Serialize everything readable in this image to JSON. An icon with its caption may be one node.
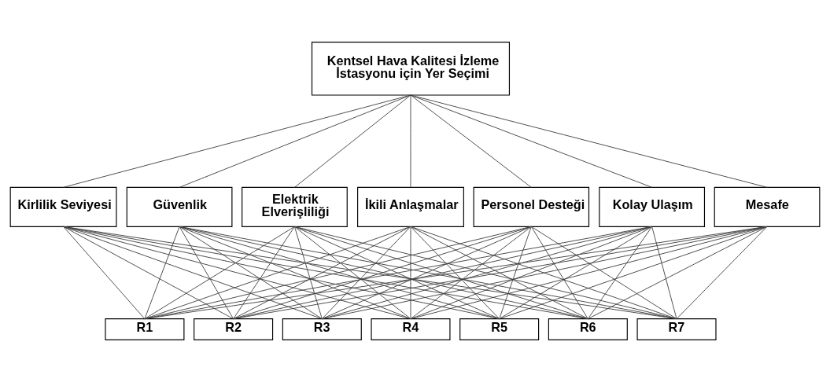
{
  "diagram": {
    "nodes": [
      {
        "text": [
          "Kentsel Hava Kalitesi İzleme İstasyonu için Yer Seçimi"
        ]
      },
      {
        "text": [
          "Kirlilik Seviyesi"
        ]
      },
      {
        "text": [
          "Güvenlik"
        ]
      },
      {
        "text": [
          "Elektrik Elverişliliği"
        ]
      },
      {
        "text": [
          "İkili Anlaşmalar"
        ]
      },
      {
        "text": [
          "Personel Desteği"
        ]
      },
      {
        "text": [
          "Kolay Ulaşım"
        ]
      },
      {
        "text": [
          "Mesafe"
        ]
      },
      {
        "text": [
          "R1"
        ]
      },
      {
        "text": [
          "R2"
        ]
      },
      {
        "text": [
          "R3"
        ]
      },
      {
        "text": [
          "R4"
        ]
      },
      {
        "text": [
          "R5"
        ]
      },
      {
        "text": [
          "R6"
        ]
      },
      {
        "text": [
          "R7"
        ]
      }
    ],
    "edges": [
      {
        "from": 0,
        "to": 1,
        "arrow": "none"
      },
      {
        "from": 0,
        "to": 2,
        "arrow": "none"
      },
      {
        "from": 0,
        "to": 3,
        "arrow": "none"
      },
      {
        "from": 0,
        "to": 4,
        "arrow": "none"
      },
      {
        "from": 0,
        "to": 5,
        "arrow": "none"
      },
      {
        "from": 0,
        "to": 6,
        "arrow": "none"
      },
      {
        "from": 0,
        "to": 7,
        "arrow": "none"
      },
      {
        "from": 1,
        "to": 8,
        "arrow": "none"
      },
      {
        "from": 1,
        "to": 9,
        "arrow": "none"
      },
      {
        "from": 1,
        "to": 10,
        "arrow": "none"
      },
      {
        "from": 1,
        "to": 11,
        "arrow": "none"
      },
      {
        "from": 1,
        "to": 12,
        "arrow": "none"
      },
      {
        "from": 1,
        "to": 13,
        "arrow": "none"
      },
      {
        "from": 1,
        "to": 14,
        "arrow": "none"
      },
      {
        "from": 2,
        "to": 8,
        "arrow": "none"
      },
      {
        "from": 2,
        "to": 9,
        "arrow": "none"
      },
      {
        "from": 2,
        "to": 10,
        "arrow": "none"
      },
      {
        "from": 2,
        "to": 11,
        "arrow": "none"
      },
      {
        "from": 2,
        "to": 12,
        "arrow": "none"
      },
      {
        "from": 2,
        "to": 13,
        "arrow": "none"
      },
      {
        "from": 2,
        "to": 14,
        "arrow": "none"
      },
      {
        "from": 3,
        "to": 8,
        "arrow": "none"
      },
      {
        "from": 3,
        "to": 9,
        "arrow": "none"
      },
      {
        "from": 3,
        "to": 10,
        "arrow": "none"
      },
      {
        "from": 3,
        "to": 11,
        "arrow": "none"
      },
      {
        "from": 3,
        "to": 12,
        "arrow": "none"
      },
      {
        "from": 3,
        "to": 13,
        "arrow": "none"
      },
      {
        "from": 3,
        "to": 14,
        "arrow": "none"
      },
      {
        "from": 4,
        "to": 8,
        "arrow": "none"
      },
      {
        "from": 4,
        "to": 9,
        "arrow": "none"
      },
      {
        "from": 4,
        "to": 10,
        "arrow": "none"
      },
      {
        "from": 4,
        "to": 11,
        "arrow": "none"
      },
      {
        "from": 4,
        "to": 12,
        "arrow": "none"
      },
      {
        "from": 4,
        "to": 13,
        "arrow": "none"
      },
      {
        "from": 4,
        "to": 14,
        "arrow": "none"
      },
      {
        "from": 5,
        "to": 8,
        "arrow": "none"
      },
      {
        "from": 5,
        "to": 9,
        "arrow": "none"
      },
      {
        "from": 5,
        "to": 10,
        "arrow": "none"
      },
      {
        "from": 5,
        "to": 11,
        "arrow": "none"
      },
      {
        "from": 5,
        "to": 12,
        "arrow": "none"
      },
      {
        "from": 5,
        "to": 13,
        "arrow": "none"
      },
      {
        "from": 5,
        "to": 14,
        "arrow": "none"
      },
      {
        "from": 6,
        "to": 8,
        "arrow": "none"
      },
      {
        "from": 6,
        "to": 9,
        "arrow": "none"
      },
      {
        "from": 6,
        "to": 10,
        "arrow": "none"
      },
      {
        "from": 6,
        "to": 11,
        "arrow": "none"
      },
      {
        "from": 6,
        "to": 12,
        "arrow": "none"
      },
      {
        "from": 6,
        "to": 13,
        "arrow": "none"
      },
      {
        "from": 6,
        "to": 14,
        "arrow": "none"
      },
      {
        "from": 7,
        "to": 8,
        "arrow": "none"
      },
      {
        "from": 7,
        "to": 9,
        "arrow": "none"
      },
      {
        "from": 7,
        "to": 10,
        "arrow": "none"
      },
      {
        "from": 7,
        "to": 11,
        "arrow": "none"
      },
      {
        "from": 7,
        "to": 12,
        "arrow": "none"
      },
      {
        "from": 7,
        "to": 13,
        "arrow": "none"
      },
      {
        "from": 7,
        "to": 14,
        "arrow": "none"
      }
    ]
  }
}
